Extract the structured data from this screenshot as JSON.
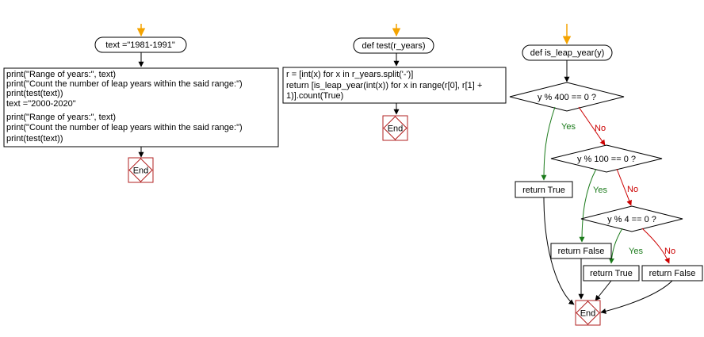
{
  "main_flow": {
    "start": "text =\"1981-1991\"",
    "body_lines": [
      "print(\"Range of years:\", text)",
      "print(\"Count  the number of leap years within the said range:\")",
      "print(test(text))",
      "text =\"2000-2020\"",
      "print(\"Range of years:\", text)",
      "print(\"Count  the number of leap years within the said range:\")",
      "print(test(text))"
    ],
    "end": "End"
  },
  "test_flow": {
    "start": "def test(r_years)",
    "body_lines": [
      "r = [int(x) for x in r_years.split('-')]",
      "return [is_leap_year(int(x)) for x in range(r[0], r[1] +",
      "1)].count(True)"
    ],
    "end": "End"
  },
  "leap_flow": {
    "start": "def is_leap_year(y)",
    "cond1": "y % 400 == 0 ?",
    "cond2": "y % 100 == 0 ?",
    "cond3": "y % 4 == 0 ?",
    "return_true_1": "return True",
    "return_false_1": "return False",
    "return_true_2": "return True",
    "return_false_2": "return False",
    "end": "End",
    "yes": "Yes",
    "no": "No"
  },
  "colors": {
    "entry_arrow": "#f4a300",
    "yes_edge": "#1a7a1a",
    "no_edge": "#cc0000",
    "end_border": "#b22222"
  }
}
